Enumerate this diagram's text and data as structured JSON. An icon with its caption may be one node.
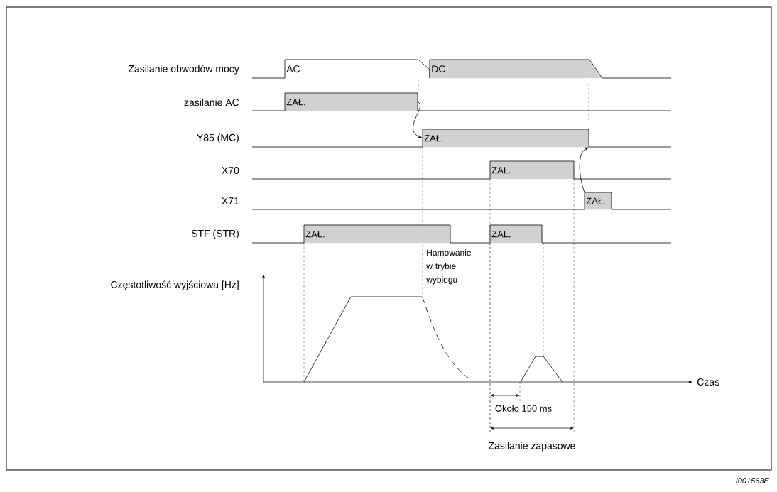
{
  "diagram": {
    "nodes": [
      {
        "text": [
          "AC"
        ]
      },
      {
        "text": [
          "DC"
        ]
      },
      {
        "text": [
          "ZAŁ."
        ]
      },
      {
        "text": [
          "ZAŁ."
        ]
      },
      {
        "text": [
          "ZAŁ."
        ]
      },
      {
        "text": [
          "ZAŁ."
        ]
      },
      {
        "text": [
          "ZAŁ."
        ]
      },
      {
        "text": [
          "ZAŁ."
        ]
      }
    ],
    "edges": [
      {
        "from": 2,
        "to": 3,
        "arrow": "to"
      },
      {
        "from": 5,
        "to": 3,
        "arrow": "to"
      }
    ],
    "labels": [
      "Zasilanie obwodów mocy",
      "zasilanie AC",
      "Y85 (MC)",
      "X70",
      "X71",
      "STF (STR)",
      "Częstotliwość wyjściowa [Hz]",
      "Hamowanie w trybie wybiegu",
      "Czas",
      "Około 150 ms",
      "Zasilanie zapasowe",
      "I001563E"
    ]
  }
}
